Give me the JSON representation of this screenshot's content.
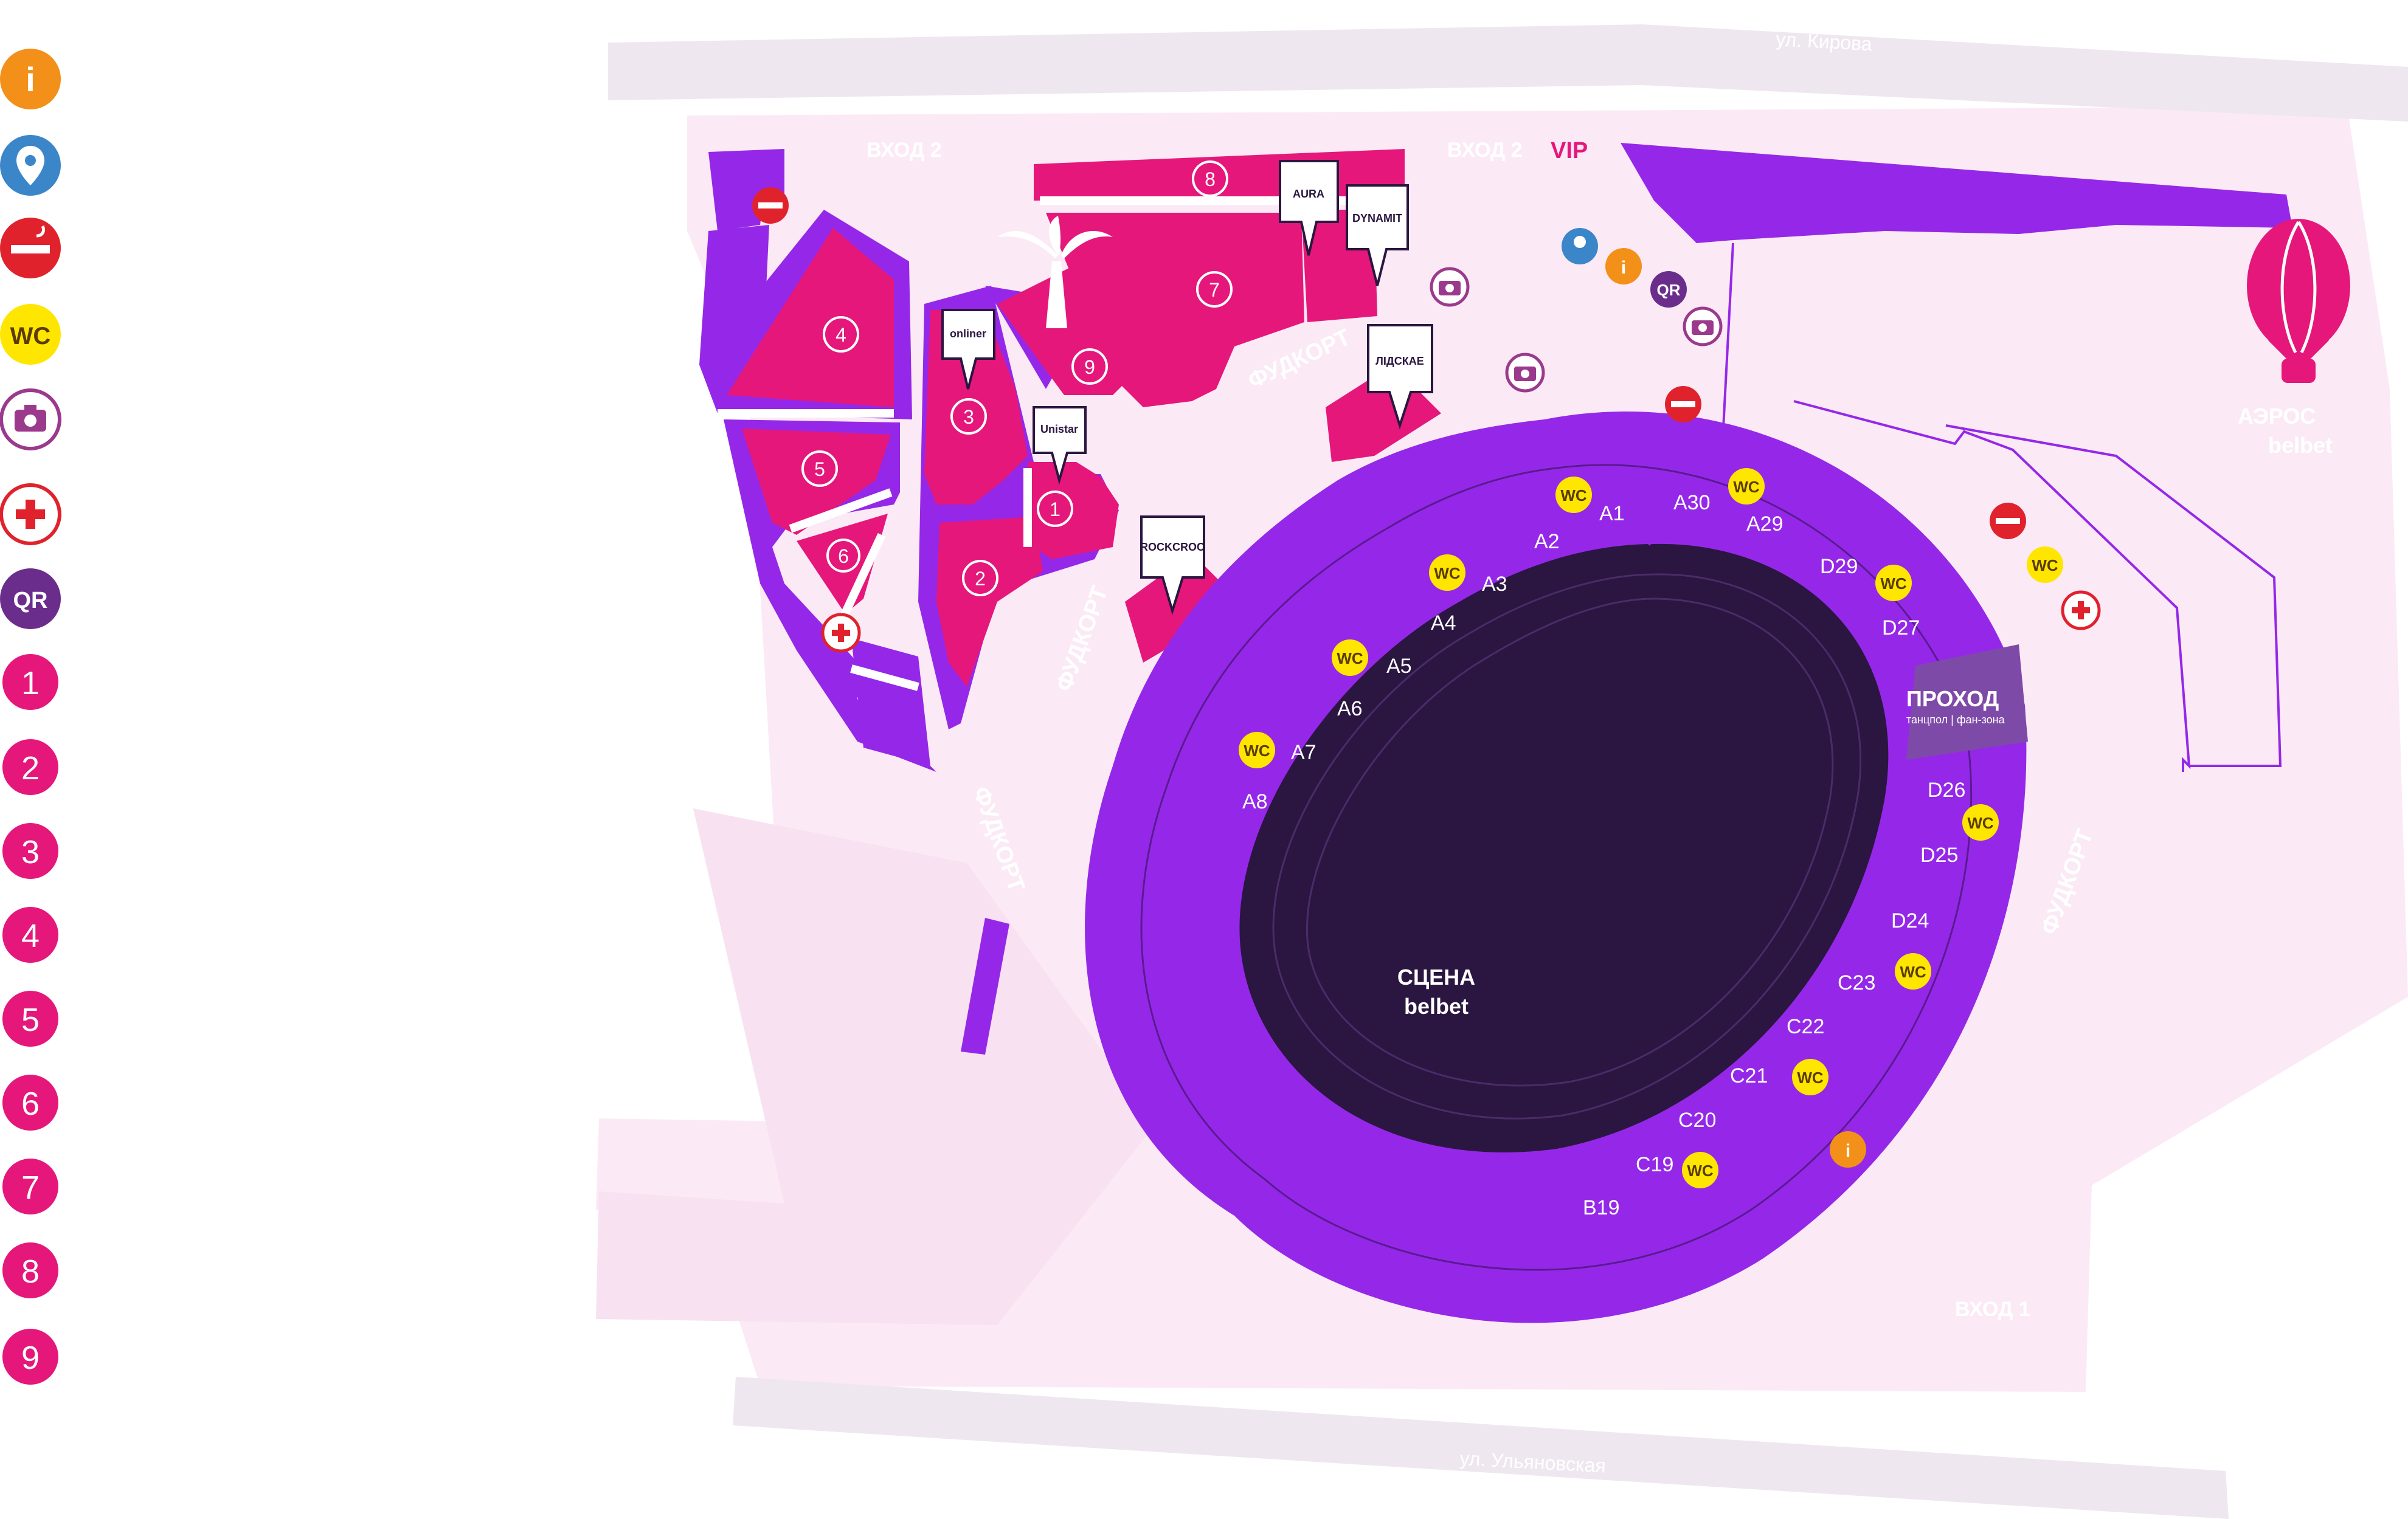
{
  "legend": {
    "info": "i",
    "location": "",
    "smoking": "",
    "wc": "WC",
    "photo": "",
    "medical": "+",
    "qr": "QR",
    "zones": [
      "1",
      "2",
      "3",
      "4",
      "5",
      "6",
      "7",
      "8",
      "9"
    ]
  },
  "streets": {
    "kirova": "ул. Кирова",
    "ulyanovskaya": "ул. Ульяновская"
  },
  "entrances": {
    "entry2a": "ВХОД 2",
    "entry2b": "ВХОД 2",
    "vip": "VIP",
    "entry1": "ВХОД 1"
  },
  "foodcourt": [
    "ФУДКОРТ",
    "ФУДКОРТ",
    "ФУДКОРТ",
    "ФУДКОРТ"
  ],
  "aero": {
    "line1": "АЭРОС",
    "line2": "belbet"
  },
  "stage": {
    "title": "СЦЕНА",
    "subtitle": "belbet"
  },
  "passage": {
    "title": "ПРОХОД",
    "subtitle": "танцпол | фан-зона"
  },
  "sectors": [
    "A1",
    "A2",
    "A3",
    "A4",
    "A5",
    "A6",
    "A7",
    "A8",
    "A30",
    "A29",
    "D29",
    "D27",
    "D26",
    "D25",
    "D24",
    "C23",
    "C22",
    "C21",
    "C20",
    "C19",
    "B19"
  ],
  "zones": [
    "1",
    "2",
    "3",
    "4",
    "5",
    "6",
    "7",
    "8",
    "9"
  ],
  "sponsors": {
    "aura": "AURA",
    "dynamit": "DYNAMIT",
    "onliner": "onliner",
    "unistar": "Unistar",
    "lidskae": "ЛІДСКАЕ",
    "rockcroc": "ROCKCROC"
  },
  "wc": "WC",
  "qr": "QR",
  "info": "i",
  "colors": {
    "bg_pink": "#fbeaf5",
    "purple": "#9528e8",
    "dark_purple": "#7a1fc4",
    "magenta": "#e5177a",
    "stage": "#2a1640",
    "yellow": "#ffe600",
    "orange": "#f39019",
    "blue": "#3b86c8",
    "red": "#e0222d",
    "qr_purple": "#6b2d8c"
  }
}
